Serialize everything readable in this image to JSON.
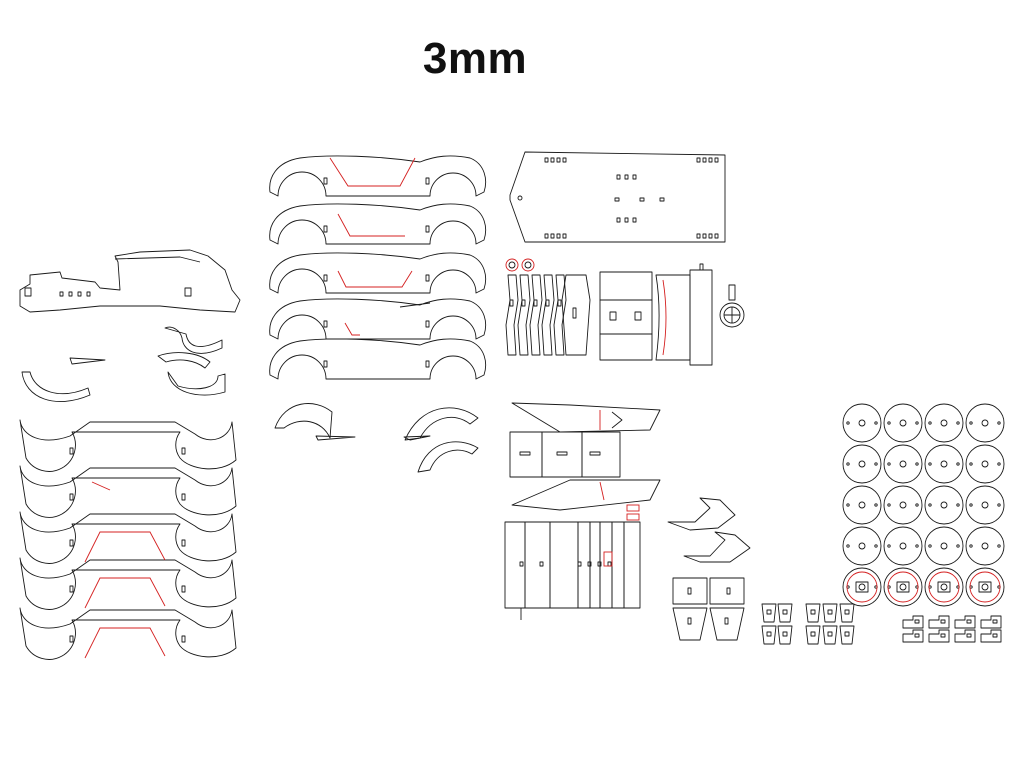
{
  "sheet": {
    "title": "3mm",
    "colors": {
      "cut": "#1a1a1a",
      "etch": "#d42020",
      "background": "#ffffff"
    }
  },
  "parts": {
    "side_profile_rows": 5,
    "left_body_rows": 5,
    "wheel_grid": {
      "rows": 5,
      "cols": 4,
      "marked_row": 5
    },
    "axle_clips": {
      "rows": 2,
      "cols": 4
    }
  }
}
